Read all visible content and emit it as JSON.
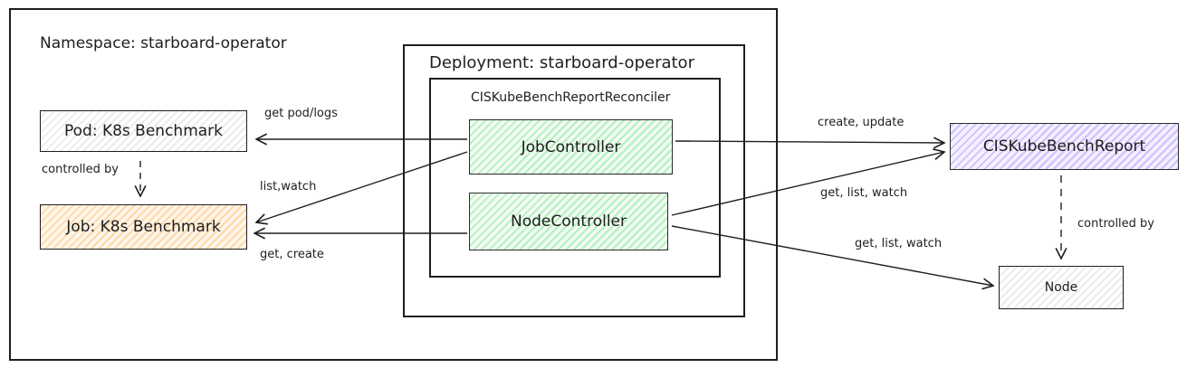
{
  "namespace": {
    "title": "Namespace: starboard-operator"
  },
  "deployment": {
    "title": "Deployment: starboard-operator"
  },
  "reconciler": {
    "title": "CISKubeBenchReportReconciler"
  },
  "nodes": {
    "pod": "Pod: K8s Benchmark",
    "job": "Job: K8s Benchmark",
    "job_controller": "JobController",
    "node_controller": "NodeController",
    "report": "CISKubeBenchReport",
    "node": "Node"
  },
  "edges": {
    "get_pod_logs": "get pod/logs",
    "list_watch": "list,watch",
    "get_create": "get, create",
    "controlled_by_left": "controlled by",
    "create_update": "create, update",
    "get_list_watch_report": "get, list, watch",
    "get_list_watch_node": "get, list, watch",
    "controlled_by_right": "controlled by"
  },
  "colors": {
    "stroke": "#1e1e1e",
    "grey_fill": "#e9ecef",
    "green_fill": "#b2f2bb",
    "orange_fill": "#ffd8a8",
    "purple_fill": "#d0bfff"
  }
}
